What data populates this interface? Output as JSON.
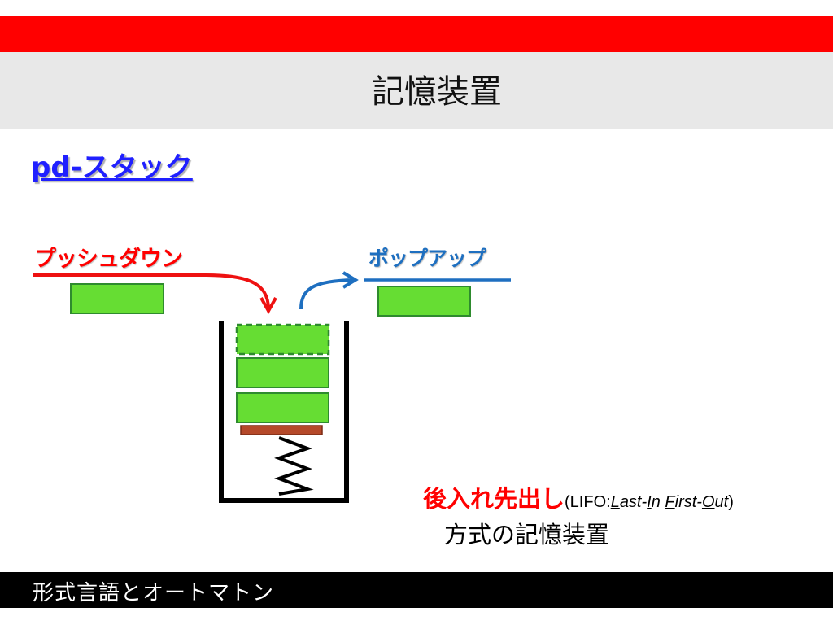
{
  "slide": {
    "title": "記憶装置",
    "subtitle": "pd-スタック",
    "push_label": "プッシュダウン",
    "pop_label": "ポップアップ",
    "caption": {
      "strong": "後入れ先出し",
      "open_paren": "(LIFO:",
      "l_initial": "L",
      "ast_in": "ast-",
      "i_initial": "I",
      "n_rest": "n",
      "f_initial": "F",
      "irst": "irst-",
      "o_initial": "O",
      "ut": "ut",
      "close_paren": ")",
      "line2": "方式の記憶装置"
    },
    "footer": "形式言語とオートマトン"
  },
  "colors": {
    "accent_red": "#ff0000",
    "link_blue": "#2020ff",
    "pop_blue": "#1e6fc0",
    "block_fill": "#66dd33",
    "block_stroke": "#2e8b2e",
    "plate": "#b5492a"
  }
}
